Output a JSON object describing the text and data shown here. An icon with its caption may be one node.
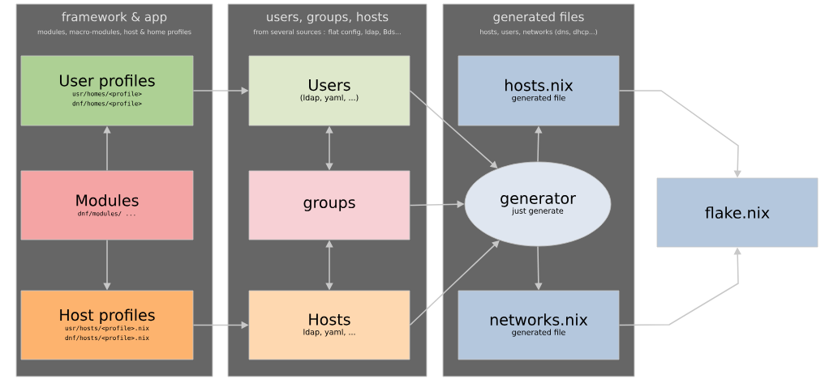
{
  "diagram": {
    "nodes": [
      {
        "text": [
          "framework & app",
          "modules, macro-modules, host & home profiles"
        ]
      },
      {
        "text": [
          "users, groups, hosts",
          "from several sources : flat config, ldap, Bds..."
        ]
      },
      {
        "text": [
          "generated files",
          "hosts, users, networks (dns, dhcp...)"
        ]
      },
      {
        "text": [
          "User profiles",
          "usr/homes/<profile>",
          "dnf/homes/<profile>"
        ],
        "in": 0
      },
      {
        "text": [
          "Modules",
          "dnf/modules/ ..."
        ],
        "in": 0
      },
      {
        "text": [
          "Host profiles",
          "usr/hosts/<profile>.nix",
          "dnf/hosts/<profile>.nix"
        ],
        "in": 0
      },
      {
        "text": [
          "Users",
          "(ldap, yaml, ...)"
        ],
        "in": 1
      },
      {
        "text": [
          "groups"
        ],
        "in": 1
      },
      {
        "text": [
          "Hosts",
          "ldap, yaml, ..."
        ],
        "in": 1
      },
      {
        "text": [
          "hosts.nix",
          "generated file"
        ],
        "in": 2
      },
      {
        "text": [
          "generator",
          "just generate"
        ],
        "in": 2
      },
      {
        "text": [
          "networks.nix",
          "generated file"
        ],
        "in": 2
      },
      {
        "text": [
          "flake.nix"
        ]
      }
    ],
    "edges": [
      {
        "from": 4,
        "to": 3,
        "arrow": "to"
      },
      {
        "from": 4,
        "to": 5,
        "arrow": "to"
      },
      {
        "from": 3,
        "to": 6,
        "arrow": "to"
      },
      {
        "from": 5,
        "to": 8,
        "arrow": "to"
      },
      {
        "from": 6,
        "to": 7,
        "arrow": "both"
      },
      {
        "from": 7,
        "to": 8,
        "arrow": "both"
      },
      {
        "from": 6,
        "to": 10,
        "arrow": "to"
      },
      {
        "from": 7,
        "to": 10,
        "arrow": "to"
      },
      {
        "from": 8,
        "to": 10,
        "arrow": "to"
      },
      {
        "from": 10,
        "to": 9,
        "arrow": "to"
      },
      {
        "from": 10,
        "to": 11,
        "arrow": "to"
      },
      {
        "from": 9,
        "to": 12,
        "arrow": "to"
      },
      {
        "from": 11,
        "to": 12,
        "arrow": "to"
      }
    ]
  }
}
